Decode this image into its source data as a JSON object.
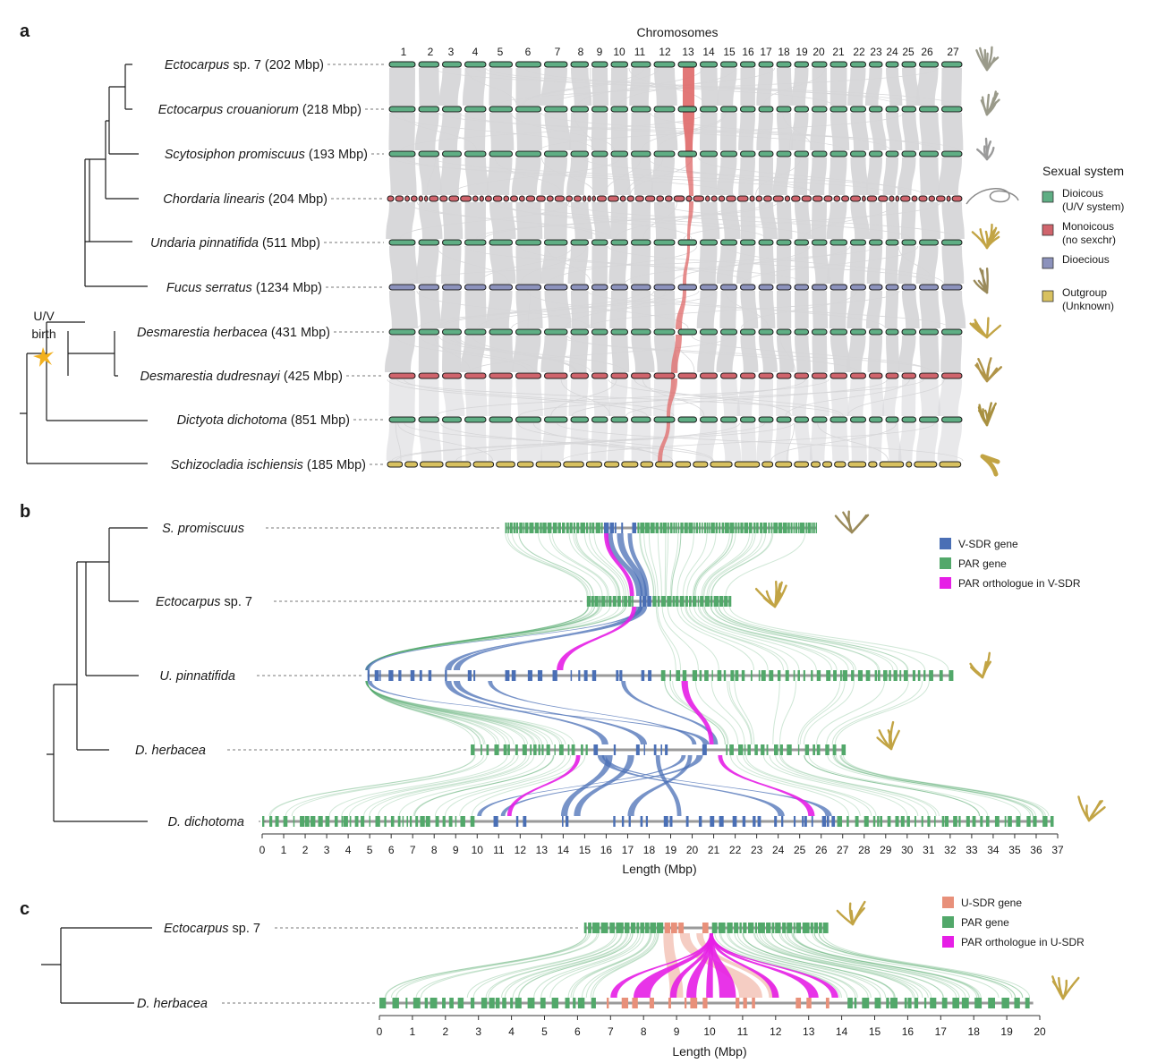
{
  "panel_a": {
    "letter": "a",
    "chromosomes_title": "Chromosomes",
    "chromosome_numbers": [
      "1",
      "2",
      "3",
      "4",
      "5",
      "6",
      "7",
      "8",
      "9",
      "10",
      "11",
      "12",
      "13",
      "14",
      "15",
      "16",
      "17",
      "18",
      "19",
      "20",
      "21",
      "22",
      "23",
      "24",
      "25",
      "26",
      "27"
    ],
    "species": [
      {
        "italic": "Ectocarpus",
        "rest": " sp. 7 (202 Mbp)",
        "system": "dioicous"
      },
      {
        "italic": "Ectocarpus crouaniorum",
        "rest": " (218 Mbp)",
        "system": "dioicous"
      },
      {
        "italic": "Scytosiphon promiscuus",
        "rest": " (193 Mbp)",
        "system": "dioicous"
      },
      {
        "italic": "Chordaria linearis",
        "rest": " (204 Mbp)",
        "system": "monoicous"
      },
      {
        "italic": "Undaria pinnatifida",
        "rest": " (511 Mbp)",
        "system": "dioicous"
      },
      {
        "italic": "Fucus serratus",
        "rest": " (1234 Mbp)",
        "system": "dioecious"
      },
      {
        "italic": "Desmarestia herbacea",
        "rest": " (431 Mbp)",
        "system": "dioicous"
      },
      {
        "italic": "Desmarestia dudresnayi",
        "rest": " (425 Mbp)",
        "system": "monoicous"
      },
      {
        "italic": "Dictyota dichotoma",
        "rest": " (851 Mbp)",
        "system": "dioicous"
      },
      {
        "italic": "Schizocladia ischiensis",
        "rest": " (185 Mbp)",
        "system": "outgroup"
      }
    ],
    "uv_label_1": "U/V",
    "uv_label_2": "birth",
    "legend_title": "Sexual system",
    "legend": [
      {
        "key": "dioicous",
        "line1": "Dioicous",
        "line2": "(U/V system)",
        "color": "#5fae84"
      },
      {
        "key": "monoicous",
        "line1": "Monoicous",
        "line2": "(no sexchr)",
        "color": "#d0646c"
      },
      {
        "key": "dioecious",
        "line1": "Dioecious",
        "line2": "",
        "color": "#8c92bc"
      },
      {
        "key": "outgroup",
        "line1": "Outgroup",
        "line2": "(Unknown)",
        "color": "#d8c160"
      }
    ]
  },
  "panel_b": {
    "letter": "b",
    "species": [
      "S. promiscuus",
      "Ectocarpus",
      "U. pinnatifida",
      "D. herbacea",
      "D. dichotoma"
    ],
    "species_rest": [
      "",
      " sp. 7",
      "",
      "",
      ""
    ],
    "legend": [
      {
        "label": "V-SDR gene",
        "color": "#4a6fb5"
      },
      {
        "label": "PAR gene",
        "color": "#52a86a"
      },
      {
        "label": "PAR orthologue in V-SDR",
        "color": "#e61ee6"
      }
    ],
    "axis_ticks": [
      "0",
      "1",
      "2",
      "3",
      "4",
      "5",
      "6",
      "7",
      "8",
      "9",
      "10",
      "11",
      "12",
      "13",
      "14",
      "15",
      "16",
      "17",
      "18",
      "19",
      "20",
      "21",
      "22",
      "23",
      "24",
      "25",
      "26",
      "27",
      "28",
      "29",
      "30",
      "31",
      "32",
      "33",
      "34",
      "35",
      "36",
      "37"
    ],
    "axis_label": "Length (Mbp)"
  },
  "panel_c": {
    "letter": "c",
    "species": [
      "Ectocarpus",
      "D. herbacea"
    ],
    "species_rest": [
      " sp. 7",
      ""
    ],
    "legend": [
      {
        "label": "U-SDR gene",
        "color": "#e8907a"
      },
      {
        "label": "PAR  gene",
        "color": "#52a86a"
      },
      {
        "label": "PAR orthologue in U-SDR",
        "color": "#e61ee6"
      }
    ],
    "axis_ticks": [
      "0",
      "1",
      "2",
      "3",
      "4",
      "5",
      "6",
      "7",
      "8",
      "9",
      "10",
      "11",
      "12",
      "13",
      "14",
      "15",
      "16",
      "17",
      "18",
      "19",
      "20"
    ],
    "axis_label": "Length (Mbp)"
  },
  "colors": {
    "link_grey": "#d6d6d8",
    "sex_chr_link": "#e07070",
    "chrom_outline": "#1a1a1a",
    "v_sdr": "#4a6fb5",
    "par": "#52a86a",
    "par_ortholog": "#e61ee6",
    "u_sdr": "#e8907a",
    "alga": "#c2a444"
  }
}
